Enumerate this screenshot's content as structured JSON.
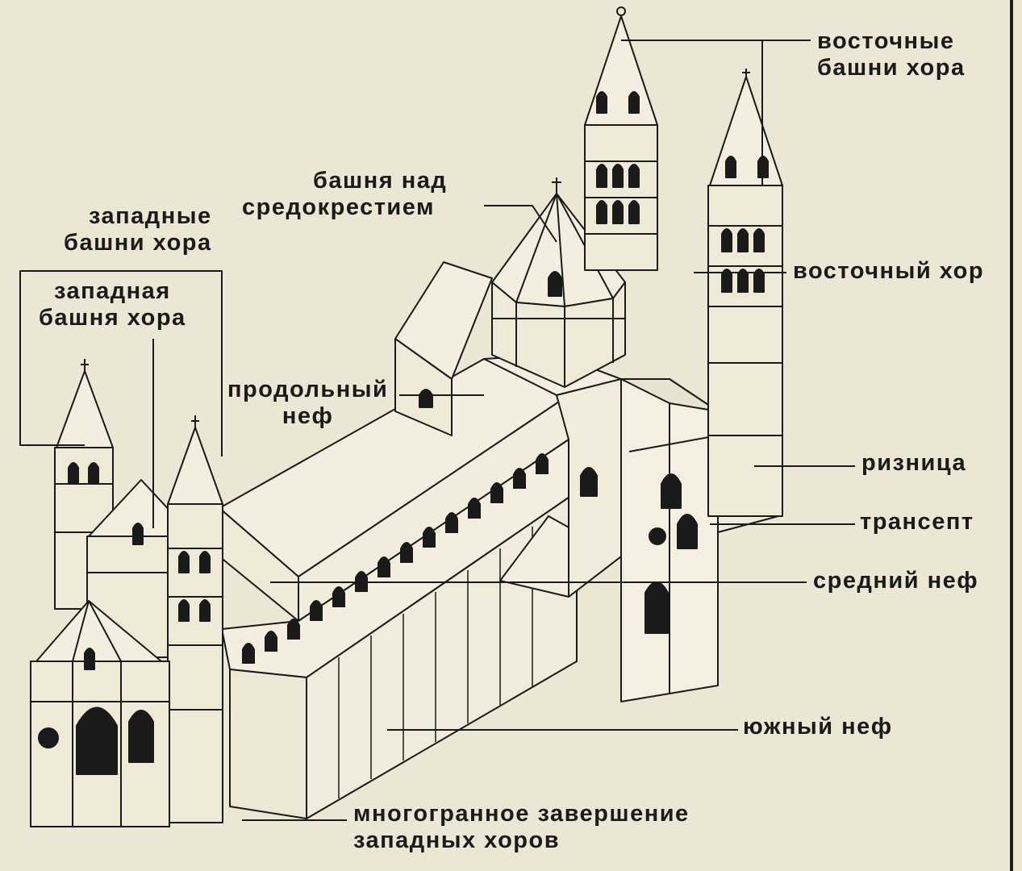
{
  "labels": {
    "east_towers": [
      "восточные",
      "башни хора"
    ],
    "crossing_tower": [
      "башня над",
      "средокрестием"
    ],
    "west_towers": [
      "западные",
      "башни хора"
    ],
    "west_tower": [
      "западная",
      "башня хора"
    ],
    "east_choir": "восточный хор",
    "longitudinal_nave": [
      "продольный",
      "неф"
    ],
    "sacristy": "ризница",
    "transept": "трансепт",
    "middle_nave": "средний неф",
    "south_nave": "южный неф",
    "polygonal_end": [
      "многогранное завершение",
      "западных хоров"
    ]
  },
  "colors": {
    "paper": "#ece6d4",
    "ink": "#1a1a1a"
  }
}
